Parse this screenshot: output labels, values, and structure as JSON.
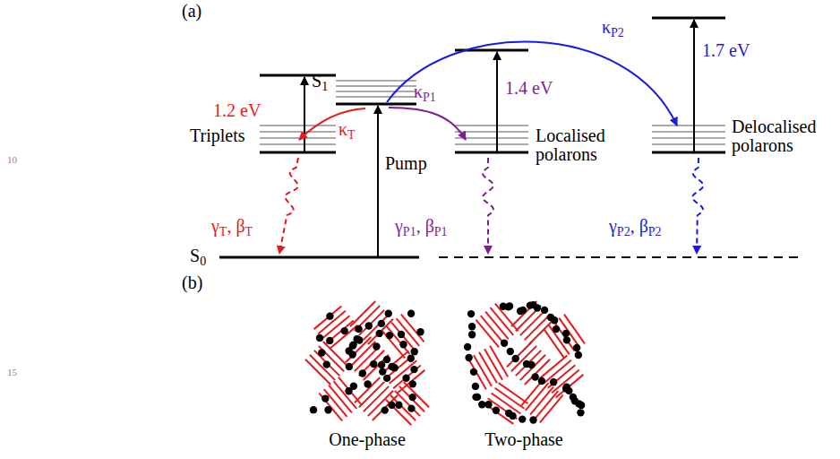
{
  "diagram": {
    "labels": [
      "(a)",
      "10",
      "1.2 eV",
      "Triplets",
      "S1",
      "κT",
      "κP1",
      "κP2",
      "Pump",
      "1.4 eV",
      "Localised polarons",
      "1.7 eV",
      "Delocalised polarons",
      "γT, βT",
      "γP1, βP1",
      "γP2, βP2",
      "S0",
      "(b)",
      "15",
      "One-phase",
      "Two-phase"
    ]
  }
}
